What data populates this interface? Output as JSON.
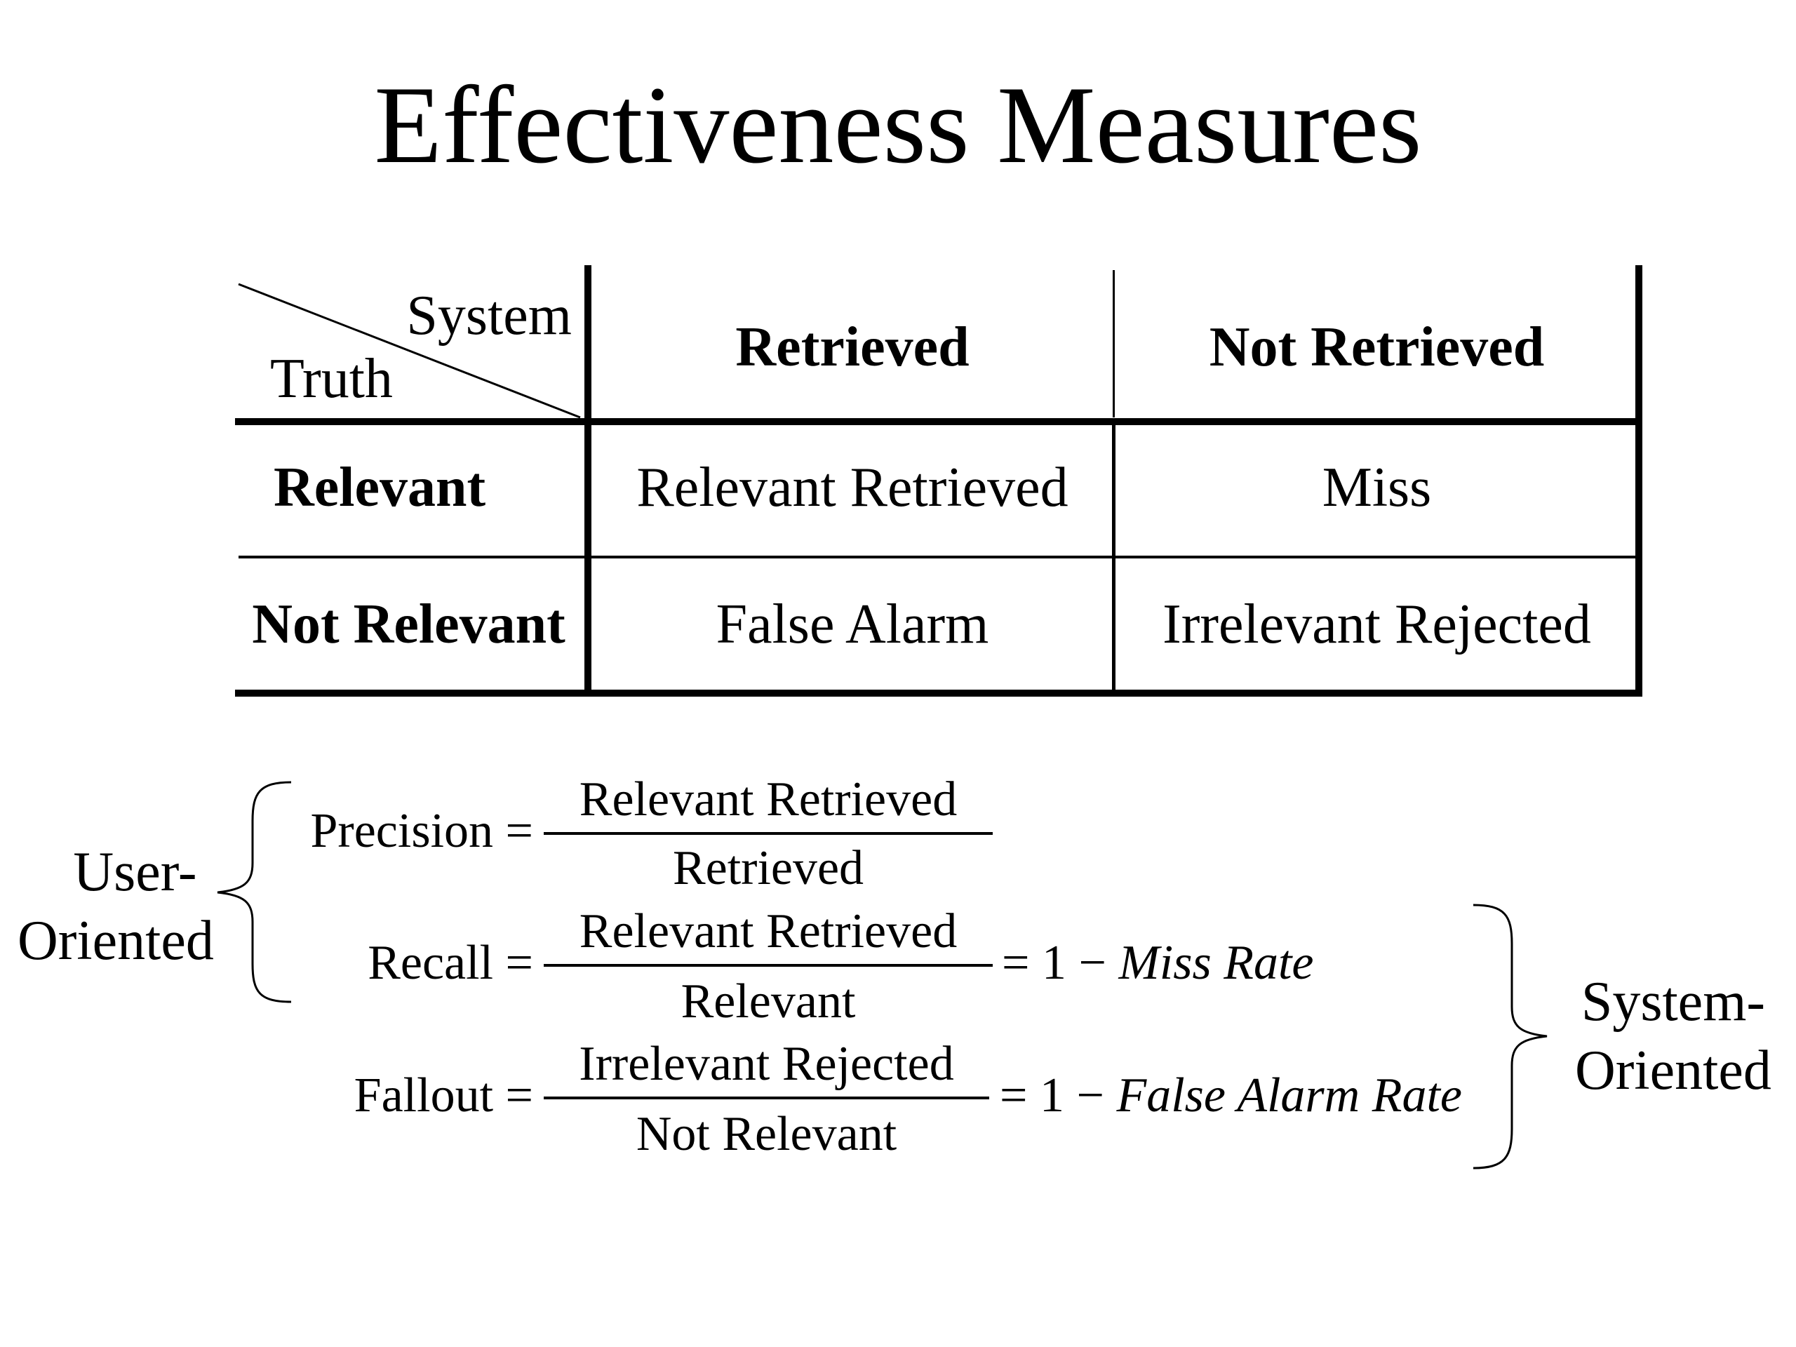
{
  "title": "Effectiveness Measures",
  "table": {
    "corner_top": "System",
    "corner_bottom": "Truth",
    "col_headers": [
      "Retrieved",
      "Not Retrieved"
    ],
    "rows": [
      {
        "header": "Relevant",
        "cells": [
          "Relevant Retrieved",
          "Miss"
        ]
      },
      {
        "header": "Not Relevant",
        "cells": [
          "False Alarm",
          "Irrelevant Rejected"
        ]
      }
    ]
  },
  "formulas": {
    "precision": {
      "label": "Precision =",
      "numerator": "Relevant Retrieved",
      "denominator": "Retrieved"
    },
    "recall": {
      "label": "Recall =",
      "numerator": "Relevant Retrieved",
      "denominator": "Relevant",
      "rhs_prefix": "= 1 − ",
      "rhs_term": "Miss Rate"
    },
    "fallout": {
      "label": "Fallout =",
      "numerator": "Irrelevant Rejected",
      "denominator": "Not Relevant",
      "rhs_prefix": "= 1 − ",
      "rhs_term": "False Alarm Rate"
    }
  },
  "groups": {
    "user": [
      "User-",
      "Oriented"
    ],
    "system": [
      "System-",
      "Oriented"
    ]
  }
}
